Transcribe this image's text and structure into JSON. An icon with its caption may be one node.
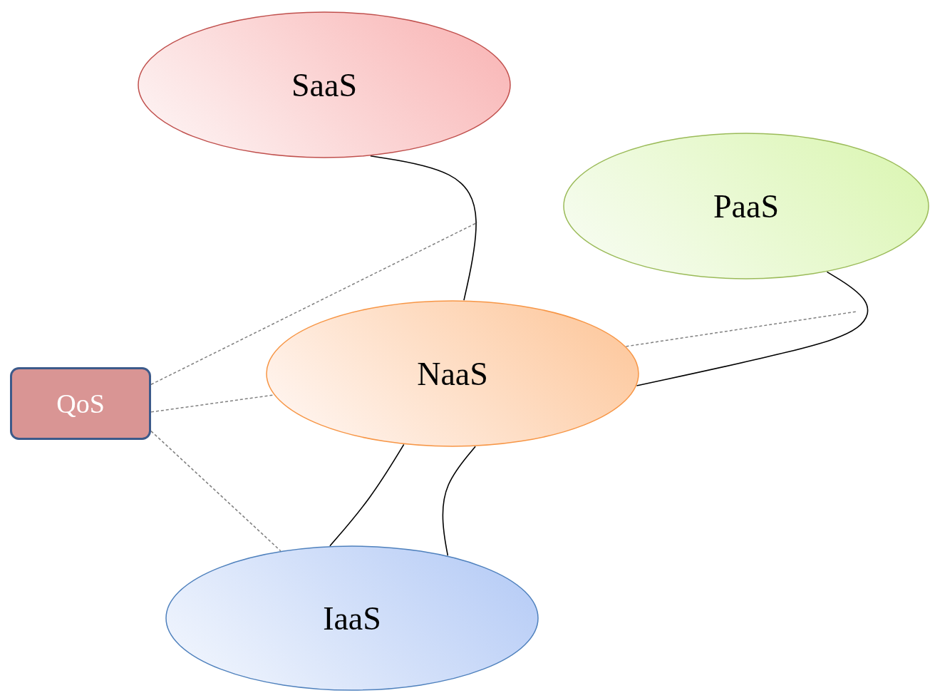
{
  "diagram": {
    "nodes": [
      {
        "text": [
          "SaaS"
        ]
      },
      {
        "text": [
          "PaaS"
        ]
      },
      {
        "text": [
          "QoS"
        ]
      },
      {
        "text": [
          "NaaS"
        ]
      },
      {
        "text": [
          "IaaS"
        ]
      }
    ],
    "edges": [
      {
        "from": 0,
        "to": 3,
        "arrow": "none"
      },
      {
        "from": 1,
        "to": 3,
        "arrow": "none"
      },
      {
        "from": 3,
        "to": 4,
        "arrow": "none"
      },
      {
        "from": 3,
        "to": 4,
        "arrow": "none"
      },
      {
        "from": 2,
        "to": null,
        "arrow": "none",
        "style": "dashed",
        "color": "#808080"
      },
      {
        "from": 2,
        "to": 3,
        "arrow": "none",
        "style": "dashed",
        "color": "#808080"
      },
      {
        "from": 2,
        "to": 4,
        "arrow": "none",
        "style": "dashed",
        "color": "#808080"
      },
      {
        "from": 3,
        "to": null,
        "arrow": "none",
        "style": "dashed",
        "color": "#808080"
      }
    ]
  }
}
